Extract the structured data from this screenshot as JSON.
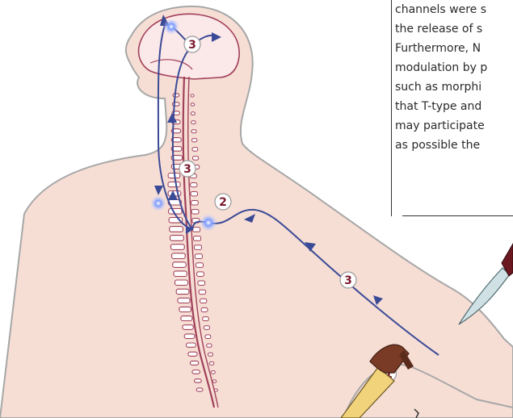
{
  "text_lines": [
    "channels were s",
    "the release of s",
    "Furthermore, N",
    "modulation by p",
    "such as morphi",
    "that T-type and",
    "may participate",
    "as possible the"
  ],
  "labels": {
    "arm_lower": "1",
    "spinal_entry": "2",
    "arm_upper": "3",
    "spine": "3",
    "brain": "3"
  },
  "colors": {
    "skin": "#f6ded5",
    "outline": "#a7a7a7",
    "nerve": "#3b4a96",
    "spine": "#a1405a",
    "brain": "#fbe8e8",
    "glow": "#5a80ff",
    "hammer_handle": "#f1d37c",
    "hammer_head": "#7a3b26",
    "knife_blade": "#cfe1e4",
    "knife_handle": "#6b1820"
  },
  "icons": [
    "hammer-icon",
    "knife-icon"
  ]
}
